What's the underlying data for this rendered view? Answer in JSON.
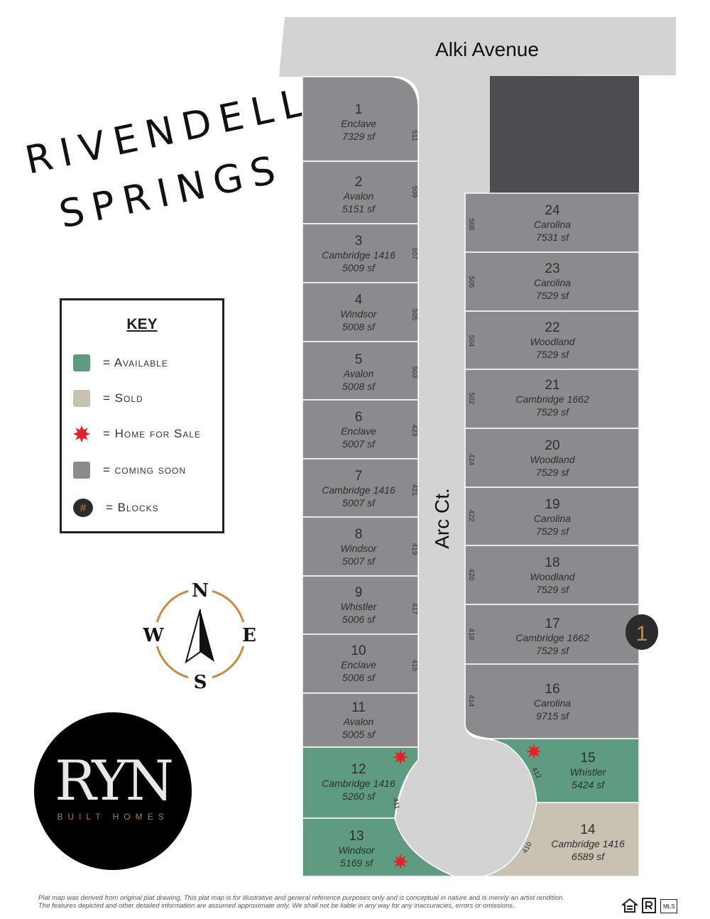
{
  "title": {
    "line1": "RIVENDELL",
    "line2": "SPRINGS"
  },
  "streets": {
    "avenue": "Alki Avenue",
    "court": "Arc Ct."
  },
  "key": {
    "heading": "KEY",
    "items": [
      {
        "label": "= Available",
        "color": "#5f9b80",
        "shape": "square"
      },
      {
        "label": "= Sold",
        "color": "#c7c2b2",
        "shape": "square"
      },
      {
        "label": "= Home for Sale",
        "color": "#e0222a",
        "shape": "star"
      },
      {
        "label": "= coming soon",
        "color": "#8b8b8d",
        "shape": "square"
      },
      {
        "label": "= Blocks",
        "symbol": "#",
        "color": "#2b2b2b",
        "shape": "circle"
      }
    ]
  },
  "compass": {
    "n": "N",
    "s": "S",
    "e": "E",
    "w": "W"
  },
  "logo": {
    "main": "RYN",
    "sub": "BUILT HOMES"
  },
  "block_marker": "1",
  "colors": {
    "available": "#5f9b80",
    "sold": "#c7c2b2",
    "coming_soon": "#8b8b8d",
    "reserved_block": "#4d4d4f",
    "road": "#d3d3d4",
    "star": "#e0222a",
    "compass_ring": "#c98a42"
  },
  "lots": [
    {
      "num": "1",
      "model": "Enclave",
      "sqft": "7329 sf",
      "address": "511",
      "status": "coming_soon"
    },
    {
      "num": "2",
      "model": "Avalon",
      "sqft": "5151 sf",
      "address": "509",
      "status": "coming_soon"
    },
    {
      "num": "3",
      "model": "Cambridge 1416",
      "sqft": "5009 sf",
      "address": "507",
      "status": "coming_soon"
    },
    {
      "num": "4",
      "model": "Windsor",
      "sqft": "5008 sf",
      "address": "505",
      "status": "coming_soon"
    },
    {
      "num": "5",
      "model": "Avalon",
      "sqft": "5008 sf",
      "address": "503",
      "status": "coming_soon"
    },
    {
      "num": "6",
      "model": "Enclave",
      "sqft": "5007 sf",
      "address": "423",
      "status": "coming_soon"
    },
    {
      "num": "7",
      "model": "Cambridge 1416",
      "sqft": "5007 sf",
      "address": "421",
      "status": "coming_soon"
    },
    {
      "num": "8",
      "model": "Windsor",
      "sqft": "5007 sf",
      "address": "419",
      "status": "coming_soon"
    },
    {
      "num": "9",
      "model": "Whistler",
      "sqft": "5006 sf",
      "address": "417",
      "status": "coming_soon"
    },
    {
      "num": "10",
      "model": "Enclave",
      "sqft": "5006 sf",
      "address": "415",
      "status": "coming_soon"
    },
    {
      "num": "11",
      "model": "Avalon",
      "sqft": "5005 sf",
      "address": "",
      "status": "coming_soon"
    },
    {
      "num": "12",
      "model": "Cambridge 1416",
      "sqft": "5260 sf",
      "address": "411",
      "status": "available",
      "for_sale": true
    },
    {
      "num": "13",
      "model": "Windsor",
      "sqft": "5169 sf",
      "address": "",
      "status": "available",
      "for_sale": true
    },
    {
      "num": "14",
      "model": "Cambridge 1416",
      "sqft": "6589 sf",
      "address": "410",
      "status": "sold"
    },
    {
      "num": "15",
      "model": "Whistler",
      "sqft": "5424 sf",
      "address": "412",
      "status": "available",
      "for_sale": true
    },
    {
      "num": "16",
      "model": "Carolina",
      "sqft": "9715 sf",
      "address": "414",
      "status": "coming_soon"
    },
    {
      "num": "17",
      "model": "Cambridge 1662",
      "sqft": "7529 sf",
      "address": "418",
      "status": "coming_soon"
    },
    {
      "num": "18",
      "model": "Woodland",
      "sqft": "7529 sf",
      "address": "420",
      "status": "coming_soon"
    },
    {
      "num": "19",
      "model": "Carolina",
      "sqft": "7529 sf",
      "address": "422",
      "status": "coming_soon"
    },
    {
      "num": "20",
      "model": "Woodland",
      "sqft": "7529 sf",
      "address": "424",
      "status": "coming_soon"
    },
    {
      "num": "21",
      "model": "Cambridge 1662",
      "sqft": "7529 sf",
      "address": "502",
      "status": "coming_soon"
    },
    {
      "num": "22",
      "model": "Woodland",
      "sqft": "7529 sf",
      "address": "504",
      "status": "coming_soon"
    },
    {
      "num": "23",
      "model": "Carolina",
      "sqft": "7529 sf",
      "address": "506",
      "status": "coming_soon"
    },
    {
      "num": "24",
      "model": "Carolina",
      "sqft": "7531 sf",
      "address": "508",
      "status": "coming_soon"
    }
  ],
  "disclaimer": {
    "line1": "Plat map was derived from original plat drawing. This plat map is for illustrative and general reference purposes only and is conceptual in nature and is merely an artist rendition.",
    "line2": "The features depicted and other detailed information are assumed approximate only. We shall not be liable in any way for any inaccuracies, errors or omissions."
  },
  "footer_icons": [
    "equal-housing-icon",
    "realtor-icon",
    "mls-icon"
  ],
  "footer_mls": "MLS"
}
